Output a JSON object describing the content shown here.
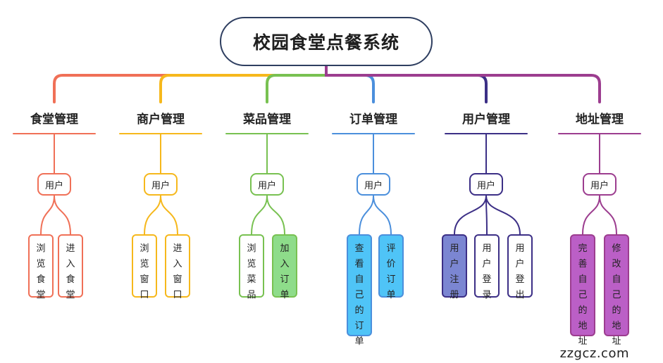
{
  "title": "校园食堂点餐系统",
  "watermark": "zzgcz.com",
  "categories": [
    {
      "label": "食堂管理",
      "color": "#f07057",
      "node": "用户",
      "leaves": [
        {
          "text": "浏览食堂",
          "fill": "#ffffff"
        },
        {
          "text": "进入食堂",
          "fill": "#ffffff"
        }
      ]
    },
    {
      "label": "商户管理",
      "color": "#f6b81c",
      "node": "用户",
      "leaves": [
        {
          "text": "浏览窗口",
          "fill": "#ffffff"
        },
        {
          "text": "进入窗口",
          "fill": "#ffffff"
        }
      ]
    },
    {
      "label": "菜品管理",
      "color": "#78c151",
      "node": "用户",
      "leaves": [
        {
          "text": "浏览菜品",
          "fill": "#ffffff"
        },
        {
          "text": "加入订单",
          "fill": "#8edc8a"
        }
      ]
    },
    {
      "label": "订单管理",
      "color": "#4b8fdc",
      "node": "用户",
      "leaves": [
        {
          "text": "查看自己的订单",
          "fill": "#4fc4f7"
        },
        {
          "text": "评价订单",
          "fill": "#4fc4f7"
        }
      ]
    },
    {
      "label": "用户管理",
      "color": "#3c2f86",
      "node": "用户",
      "leaves": [
        {
          "text": "用户注册",
          "fill": "#7b86d2"
        },
        {
          "text": "用户登录",
          "fill": "#ffffff"
        },
        {
          "text": "用户登出",
          "fill": "#ffffff"
        }
      ]
    },
    {
      "label": "地址管理",
      "color": "#9c3d8f",
      "node": "用户",
      "leaves": [
        {
          "text": "完善自己的地址",
          "fill": "#bb5fc6"
        },
        {
          "text": "修改自己的地址",
          "fill": "#bb5fc6"
        }
      ]
    }
  ]
}
